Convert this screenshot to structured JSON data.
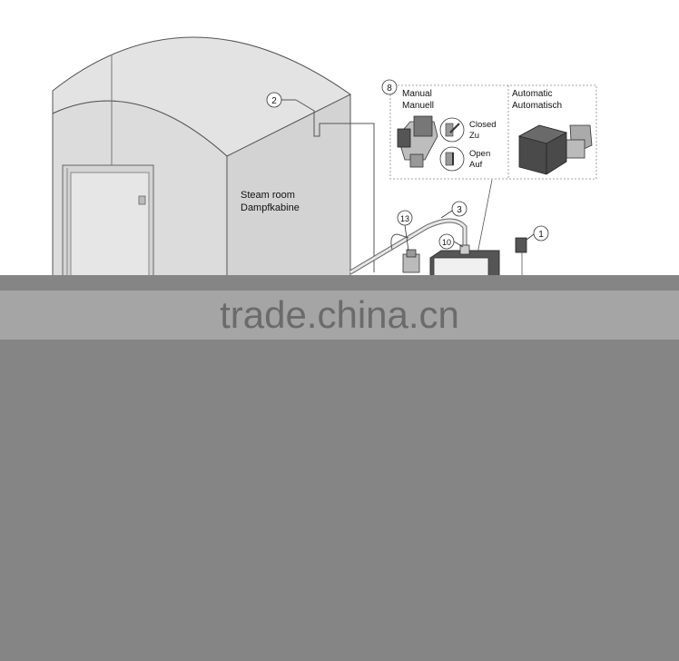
{
  "room": {
    "line1": "Steam room",
    "line2": "Dampfkabine"
  },
  "callouts": [
    "2",
    "8",
    "13",
    "3",
    "10",
    "1"
  ],
  "valve_box": {
    "manual": {
      "line1": "Manual",
      "line2": "Manuell"
    },
    "automatic": {
      "line1": "Automatic",
      "line2": "Automatisch"
    },
    "closed": {
      "line1": "Closed",
      "line2": "Zu"
    },
    "open": {
      "line1": "Open",
      "line2": "Auf"
    }
  },
  "watermark": "trade.china.cn",
  "colors": {
    "wall": "#dcdcdc",
    "ceiling": "#e3e3e3",
    "overlay": "#858585",
    "band": "#a5a5a5"
  }
}
